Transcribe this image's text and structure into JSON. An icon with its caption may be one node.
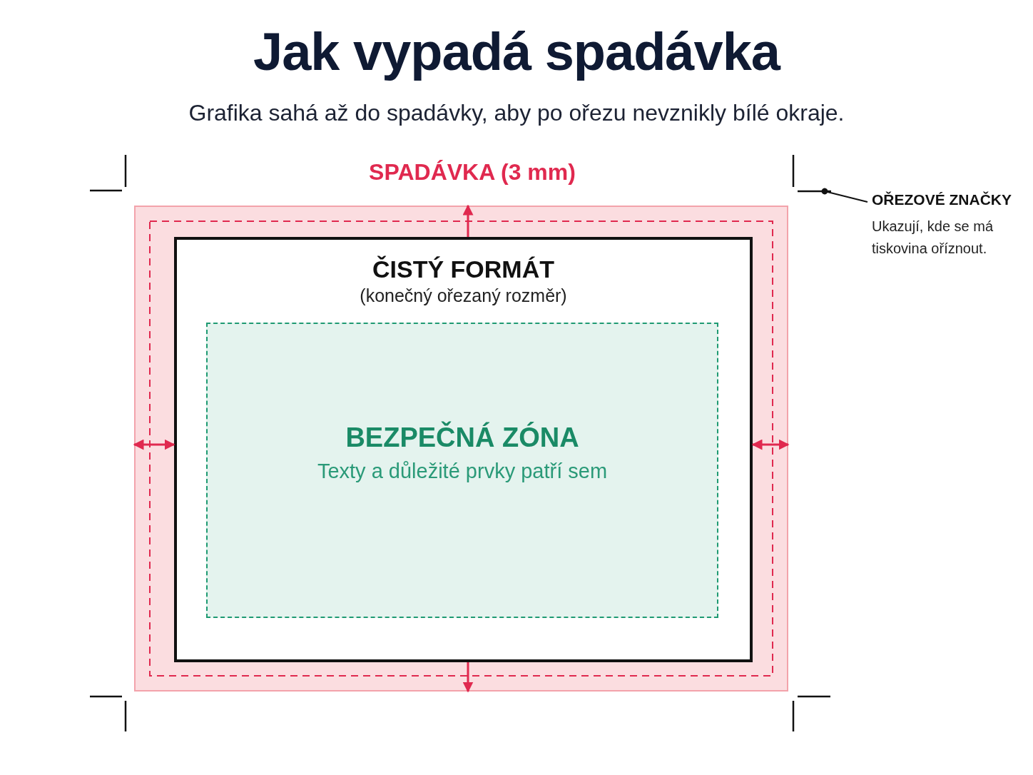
{
  "diagram": {
    "title": "Jak vypadá spadávka",
    "nodes": [
      {
        "text": [
          "SPADÁVKA (3 mm)"
        ]
      },
      {
        "text": [
          "ČISTÝ FORMÁT",
          "(konečný ořezaný rozměr)"
        ],
        "in": 0
      },
      {
        "text": [
          "BEZPEČNÁ ZÓNA",
          "Texty a důležité prvky patří sem"
        ],
        "in": 1
      },
      {
        "text": [
          "OŘEZOVÉ ZNAČKY",
          "Ukazují, kde se má tiskovina oříznout."
        ]
      },
      {
        "text": [],
        "shape": "mark"
      }
    ],
    "edges": [
      {
        "from": 1,
        "to": 0,
        "arrow": "to"
      },
      {
        "from": 0,
        "to": 1,
        "arrow": "both"
      },
      {
        "from": 1,
        "to": 0,
        "arrow": "both"
      },
      {
        "from": 1,
        "to": 0,
        "arrow": "to"
      },
      {
        "from": 3,
        "to": 4,
        "arrow": "other",
        "color": "#111111"
      }
    ],
    "labels": [
      "Grafika sahá až do spadávky, aby po ořezu nevznikly bílé okraje."
    ]
  }
}
